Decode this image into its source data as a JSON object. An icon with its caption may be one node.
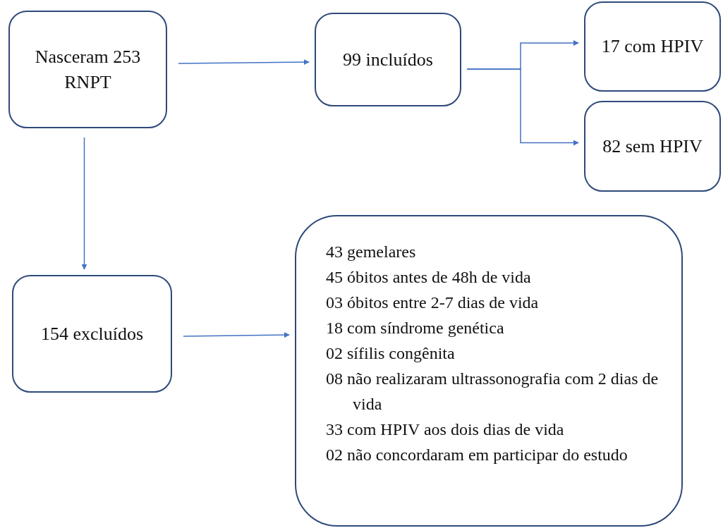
{
  "diagram": {
    "nodes": [
      {
        "text": [
          "Nasceram 253 RNPT"
        ]
      },
      {
        "text": [
          "99 incluídos"
        ]
      },
      {
        "text": [
          "17 com HPIV"
        ]
      },
      {
        "text": [
          "82 sem HPIV"
        ]
      },
      {
        "text": [
          "154 excluídos"
        ]
      },
      {
        "text": [
          "43 gemelares",
          "45 óbitos antes de 48h de vida",
          "03 óbitos entre 2-7 dias de vida",
          "18 com síndrome genética",
          "02 sífilis congênita",
          "08 não realizaram ultrassonografia com 2 dias de vida",
          "33 com HPIV aos dois dias de vida",
          "02 não concordaram em participar do estudo"
        ]
      }
    ],
    "edges": [
      {
        "from": 0,
        "to": 1,
        "arrow": "to"
      },
      {
        "from": 0,
        "to": 4,
        "arrow": "to"
      },
      {
        "from": 1,
        "to": 2,
        "arrow": "to"
      },
      {
        "from": 1,
        "to": 3,
        "arrow": "to"
      },
      {
        "from": 4,
        "to": 5,
        "arrow": "to"
      }
    ]
  }
}
